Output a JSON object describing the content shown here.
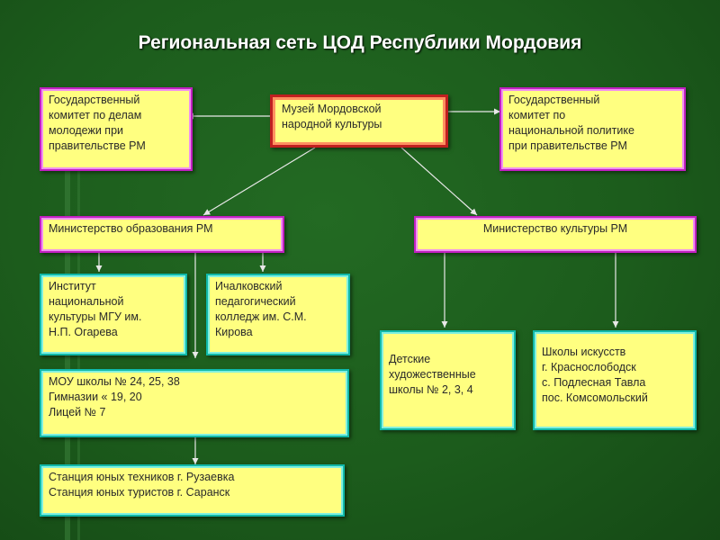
{
  "title": "Региональная сеть ЦОД Республики Мордовия",
  "nodes": {
    "museum": "Музей Мордовской\nнародной культуры",
    "youth_committee": "Государственный\nкомитет по делам\nмолодежи при\nправительстве РМ",
    "national_committee": "Государственный\nкомитет по\nнациональной политике\nпри правительстве РМ",
    "min_education": "Министерство образования РМ",
    "min_culture": "Министерство культуры РМ",
    "institute": "Институт\nнациональной\nкультуры МГУ им.\nН.П. Огарева",
    "college": "Ичалковский\nпедагогический\nколледж им. С.М.\nКирова",
    "schools": "МОУ школы № 24, 25, 38\nГимназии « 19, 20\nЛицей № 7",
    "stations": "Станция юных техников г. Рузаевка\nСтанция юных туристов г. Саранск",
    "art_schools_children": "Детские\nхудожественные\nшколы № 2, 3, 4",
    "art_schools": "Школы искусств\nг. Краснослободск\nс. Подлесная Тавла\nпос. Комсомольский"
  },
  "colors": {
    "background": "#1c5c1c",
    "box_fill": "#ffff80",
    "border_magenta": "#c020c0",
    "border_cyan": "#10b8a8",
    "border_red": "#c02020",
    "connector": "#ffffff"
  }
}
